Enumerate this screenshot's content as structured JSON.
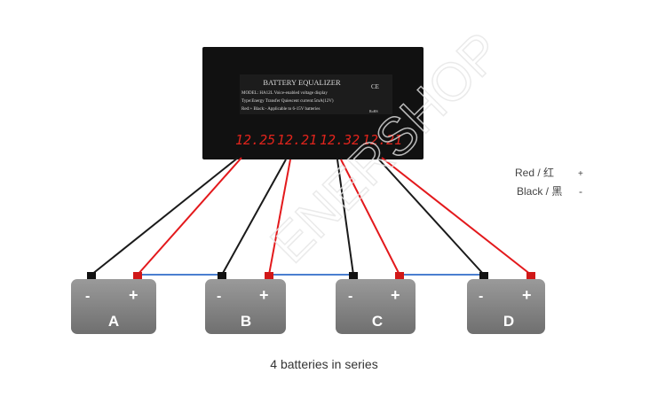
{
  "device": {
    "title": "BATTERY EQUALIZER",
    "line1": "MODEL: HA12L  Voice-enabled voltage display",
    "line2": "Type:Energy Transfer  Quiescent current:5mA(12V)",
    "line3": "Red:+  Black:-     Applicable to 6-15V batteries",
    "ce_mark": "CE",
    "rohs_mark": "RoHS",
    "readings": [
      "12.25",
      "12.21",
      "12.32",
      "12.21"
    ]
  },
  "legend": {
    "red": "Red / 红",
    "red_symbol": "+",
    "black": "Black / 黑",
    "black_symbol": "-"
  },
  "batteries": [
    {
      "name": "A",
      "minus": "-",
      "plus": "+"
    },
    {
      "name": "B",
      "minus": "-",
      "plus": "+"
    },
    {
      "name": "C",
      "minus": "-",
      "plus": "+"
    },
    {
      "name": "D",
      "minus": "-",
      "plus": "+"
    }
  ],
  "watermark": "ENERSHOP",
  "caption": "4 batteries in series",
  "colors": {
    "red": "#e3191c",
    "black": "#1a1a1a",
    "blue": "#4a7fd0",
    "battery": "#808080"
  }
}
